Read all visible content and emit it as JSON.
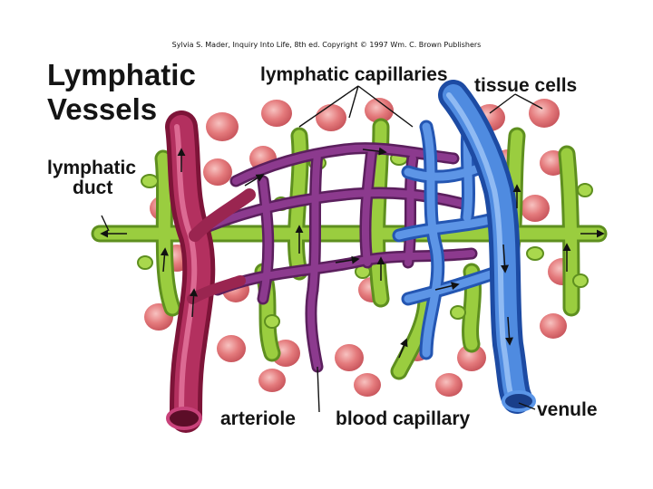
{
  "credit": "Sylvia S. Mader, Inquiry Into Life, 8th ed. Copyright © 1997 Wm. C. Brown Publishers",
  "title": {
    "line1": "Lymphatic",
    "line2": "Vessels"
  },
  "labels": {
    "lymphatic_capillaries": "lymphatic capillaries",
    "tissue_cells": "tissue cells",
    "lymphatic_duct_line1": "lymphatic",
    "lymphatic_duct_line2": "duct",
    "arteriole": "arteriole",
    "blood_capillary": "blood capillary",
    "venule": "venule"
  },
  "colors": {
    "arteriole": "#a8224f",
    "arteriole_light": "#d0557e",
    "capillary": "#7d2f7f",
    "venule": "#2f6fd0",
    "venule_light": "#74a8ee",
    "lymphatic": "#9acd3f",
    "lymphatic_dark": "#5e8f1f",
    "tissue_cell": "#e8747a",
    "tissue_cell_light": "#f6b2b2"
  }
}
